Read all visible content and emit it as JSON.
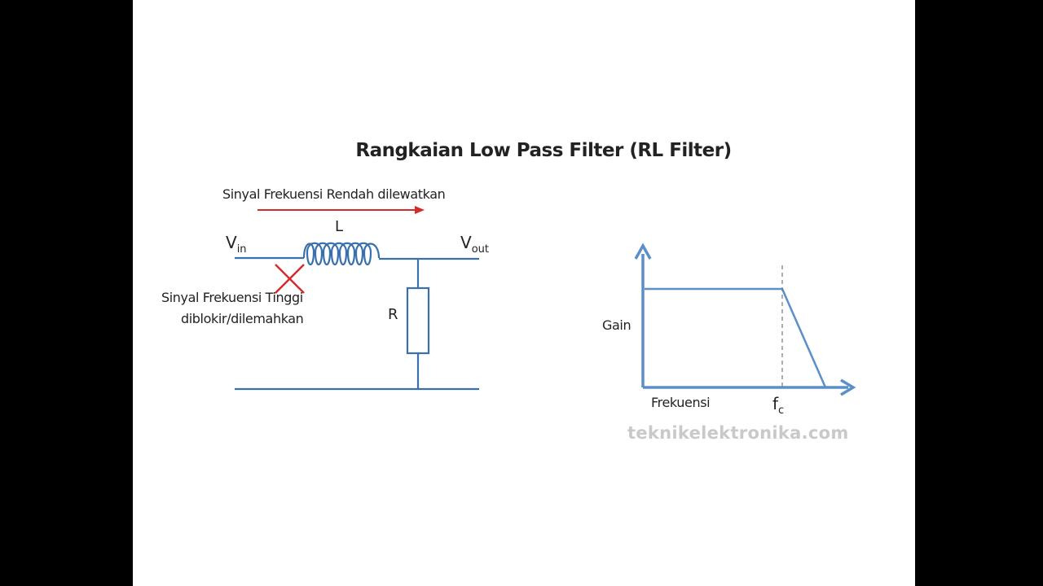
{
  "title": "Rangkaian Low Pass Filter (RL Filter)",
  "circuit": {
    "pass_label": "Sinyal Frekuensi Rendah dilewatkan",
    "block_label_line1": "Sinyal Frekuensi Tinggi",
    "block_label_line2": "diblokir/dilemahkan",
    "vin_main": "V",
    "vin_sub": "in",
    "vout_main": "V",
    "vout_sub": "out",
    "inductor_label": "L",
    "resistor_label": "R"
  },
  "graph": {
    "y_label": "Gain",
    "x_label": "Frekuensi",
    "fc_main": "f",
    "fc_sub": "c"
  },
  "watermark": "teknikelektronika.com",
  "colors": {
    "wire": "#3a6fae",
    "arrow_red": "#d42b2b",
    "axis": "#5b8fc9",
    "background": "#ffffff",
    "letterbox": "#000000"
  }
}
